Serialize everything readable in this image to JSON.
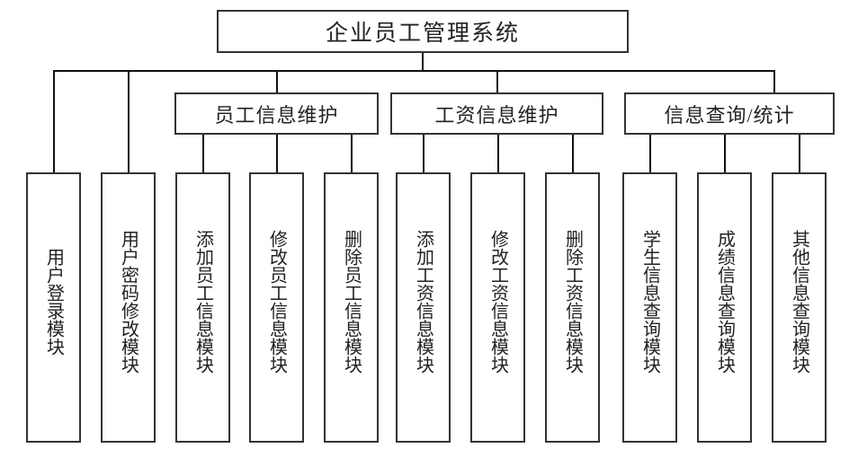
{
  "diagram": {
    "title": "企业员工管理系统",
    "type": "hierarchy-tree",
    "root": {
      "label": "企业员工管理系统"
    },
    "groups": [
      {
        "label": "员工信息维护"
      },
      {
        "label": "工资信息维护"
      },
      {
        "label": "信息查询/统计"
      }
    ],
    "leaves": [
      {
        "label": "用户登录模块"
      },
      {
        "label": "用户密码修改模块"
      },
      {
        "label": "添加员工信息模块"
      },
      {
        "label": "修改员工信息模块"
      },
      {
        "label": "删除员工信息模块"
      },
      {
        "label": "添加工资信息模块"
      },
      {
        "label": "修改工资信息模块"
      },
      {
        "label": "删除工资信息模块"
      },
      {
        "label": "学生信息查询模块"
      },
      {
        "label": "成绩信息查询模块"
      },
      {
        "label": "其他信息查询模块"
      }
    ],
    "colors": {
      "box_border": "#333333",
      "connector": "#111111",
      "background": "#ffffff",
      "text": "#222222"
    }
  }
}
